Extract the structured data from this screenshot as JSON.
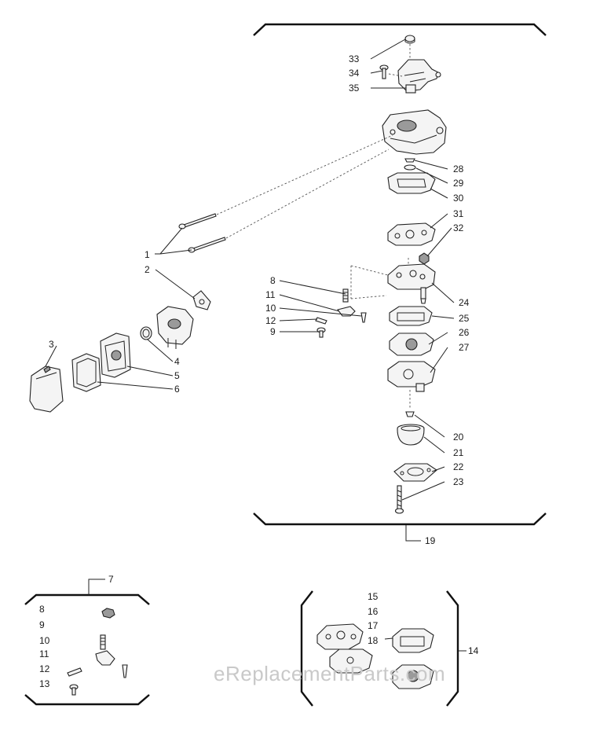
{
  "labels": {
    "l1": "1",
    "l2": "2",
    "l3": "3",
    "l4": "4",
    "l5": "5",
    "l6": "6",
    "l7": "7",
    "l8a": "8",
    "l9a": "9",
    "l10a": "10",
    "l11a": "11",
    "l12a": "12",
    "l8b": "8",
    "l9b": "9",
    "l10b": "10",
    "l11b": "11",
    "l12b": "12",
    "l13": "13",
    "l14": "14",
    "l15": "15",
    "l16": "16",
    "l17": "17",
    "l18": "18",
    "l19": "19",
    "l20": "20",
    "l21": "21",
    "l22": "22",
    "l23": "23",
    "l24": "24",
    "l25": "25",
    "l26": "26",
    "l27": "27",
    "l28": "28",
    "l29": "29",
    "l30": "30",
    "l31": "31",
    "l32": "32",
    "l33": "33",
    "l34": "34",
    "l35": "35"
  },
  "watermark": "eReplacementParts.com"
}
